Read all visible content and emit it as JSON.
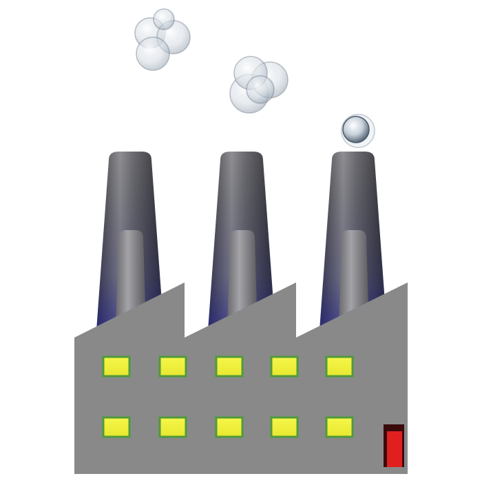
{
  "illustration": {
    "subject": "factory-icon",
    "chimney_count": 3,
    "window_rows": 2,
    "windows_per_row": 5,
    "smoke_puff_groups": 3,
    "has_door": true
  },
  "colors": {
    "background": "#ffffff",
    "building": "#8a8a8a",
    "chimney_dark": "#4e4e53",
    "chimney_light": "#8f8f93",
    "chimney_shadow": "#2a2a8a",
    "window_fill": "#f2f23a",
    "window_edge": "#4f9a3c",
    "door_fill": "#e02020",
    "door_frame": "#3a0a0a",
    "smoke": "#c8d2dc"
  }
}
